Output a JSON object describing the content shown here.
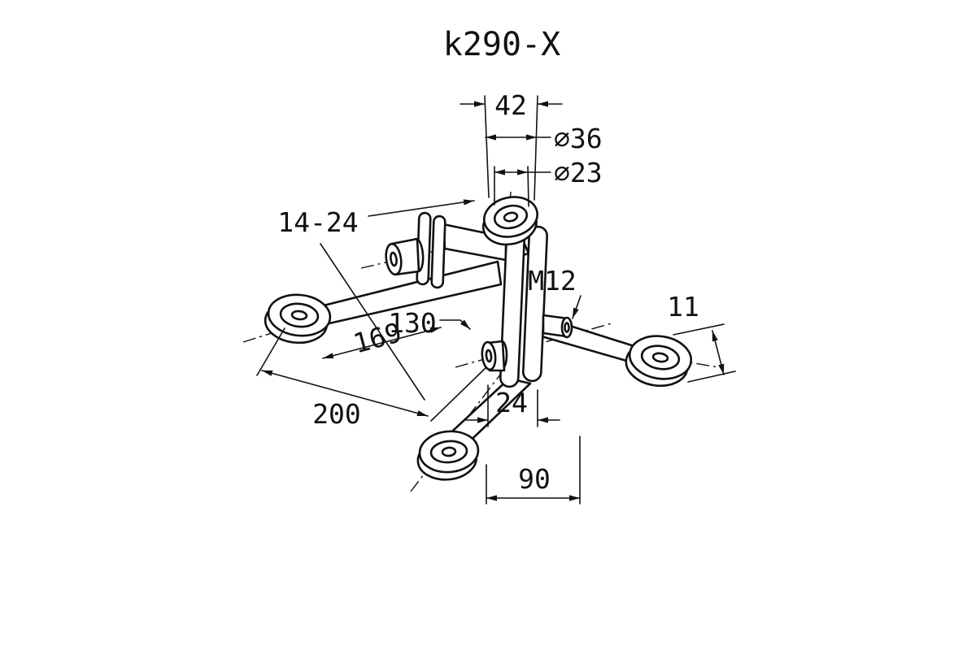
{
  "drawing": {
    "title": "k290-X",
    "labels": {
      "width_top": "42",
      "dia_outer": "⌀36",
      "dia_inner": "⌀23",
      "clamp_range": "14-24",
      "thread": "M12",
      "thickness": "11",
      "dim_130": "130",
      "dim_169": "169",
      "dim_200": "200",
      "dim_24": "24",
      "dim_90": "90"
    }
  }
}
